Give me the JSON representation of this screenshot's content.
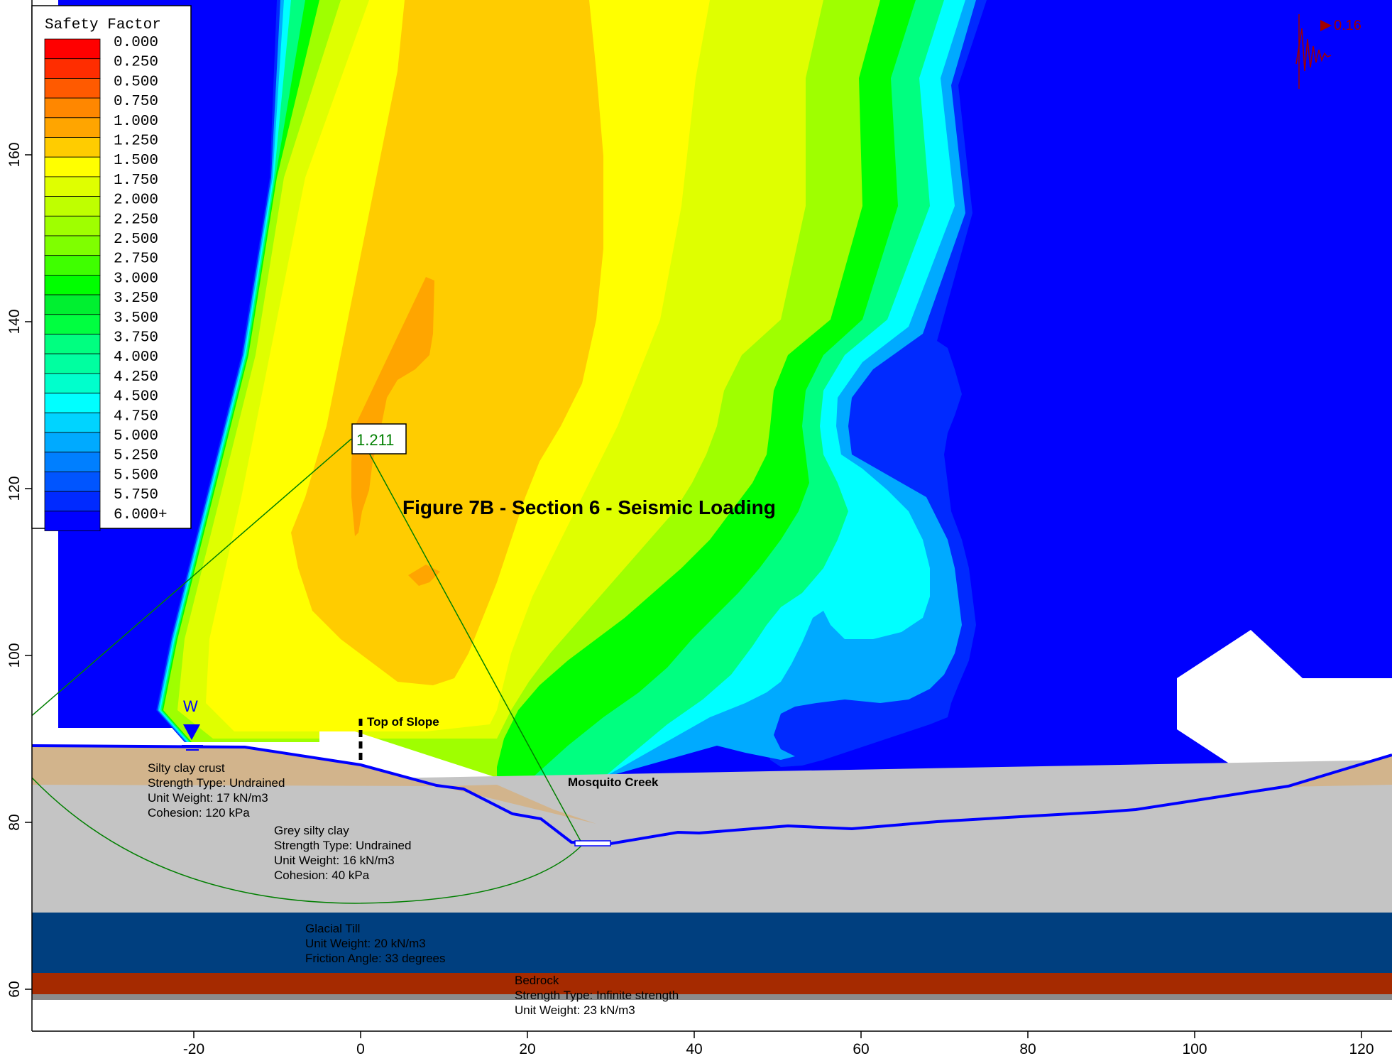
{
  "figure": {
    "title": "Figure 7B - Section 6 - Seismic Loading",
    "min_factor_label": "1.211",
    "seismic_label": "0.16"
  },
  "legend": {
    "title": "Safety Factor",
    "entries": [
      {
        "label": "0.000",
        "color": "#ff0000"
      },
      {
        "label": "0.250",
        "color": "#ff2d00"
      },
      {
        "label": "0.500",
        "color": "#ff5a00"
      },
      {
        "label": "0.750",
        "color": "#ff8700"
      },
      {
        "label": "1.000",
        "color": "#ffa500"
      },
      {
        "label": "1.250",
        "color": "#ffcc00"
      },
      {
        "label": "1.500",
        "color": "#ffff00"
      },
      {
        "label": "1.750",
        "color": "#dfff00"
      },
      {
        "label": "2.000",
        "color": "#bfff00"
      },
      {
        "label": "2.250",
        "color": "#9fff00"
      },
      {
        "label": "2.500",
        "color": "#7fff00"
      },
      {
        "label": "2.750",
        "color": "#3fff00"
      },
      {
        "label": "3.000",
        "color": "#00ff00"
      },
      {
        "label": "3.250",
        "color": "#00f030"
      },
      {
        "label": "3.500",
        "color": "#00ff40"
      },
      {
        "label": "3.750",
        "color": "#00ff80"
      },
      {
        "label": "4.000",
        "color": "#00ffa0"
      },
      {
        "label": "4.250",
        "color": "#00ffcc"
      },
      {
        "label": "4.500",
        "color": "#00ffff"
      },
      {
        "label": "4.750",
        "color": "#00d4ff"
      },
      {
        "label": "5.000",
        "color": "#00aaff"
      },
      {
        "label": "5.250",
        "color": "#007fff"
      },
      {
        "label": "5.500",
        "color": "#0055ff"
      },
      {
        "label": "5.750",
        "color": "#002aff"
      },
      {
        "label": "6.000+",
        "color": "#0000ff"
      }
    ]
  },
  "axes": {
    "x_ticks": [
      "-20",
      "0",
      "20",
      "40",
      "60",
      "80",
      "100",
      "120"
    ],
    "y_ticks": [
      "60",
      "80",
      "100",
      "120",
      "140",
      "160"
    ]
  },
  "annotations": {
    "top_of_slope": "Top of Slope",
    "creek": "Mosquito Creek",
    "water_marker": "W"
  },
  "materials": [
    {
      "name": "Silty clay crust",
      "props": [
        "Strength Type: Undrained",
        "Unit Weight: 17 kN/m3",
        "Cohesion: 120 kPa"
      ],
      "color": "#d2b48c"
    },
    {
      "name": "Grey silty clay",
      "props": [
        "Strength Type: Undrained",
        "Unit Weight: 16 kN/m3",
        "Cohesion: 40 kPa"
      ],
      "color": "#c4c4c4"
    },
    {
      "name": "Glacial Till",
      "props": [
        "Unit Weight: 20 kN/m3",
        "Friction Angle: 33 degrees"
      ],
      "color": "#003f7f"
    },
    {
      "name": "Bedrock",
      "props": [
        "Strength Type: Infinite strength",
        "Unit Weight: 23 kN/m3"
      ],
      "color": "#a52a00"
    }
  ]
}
